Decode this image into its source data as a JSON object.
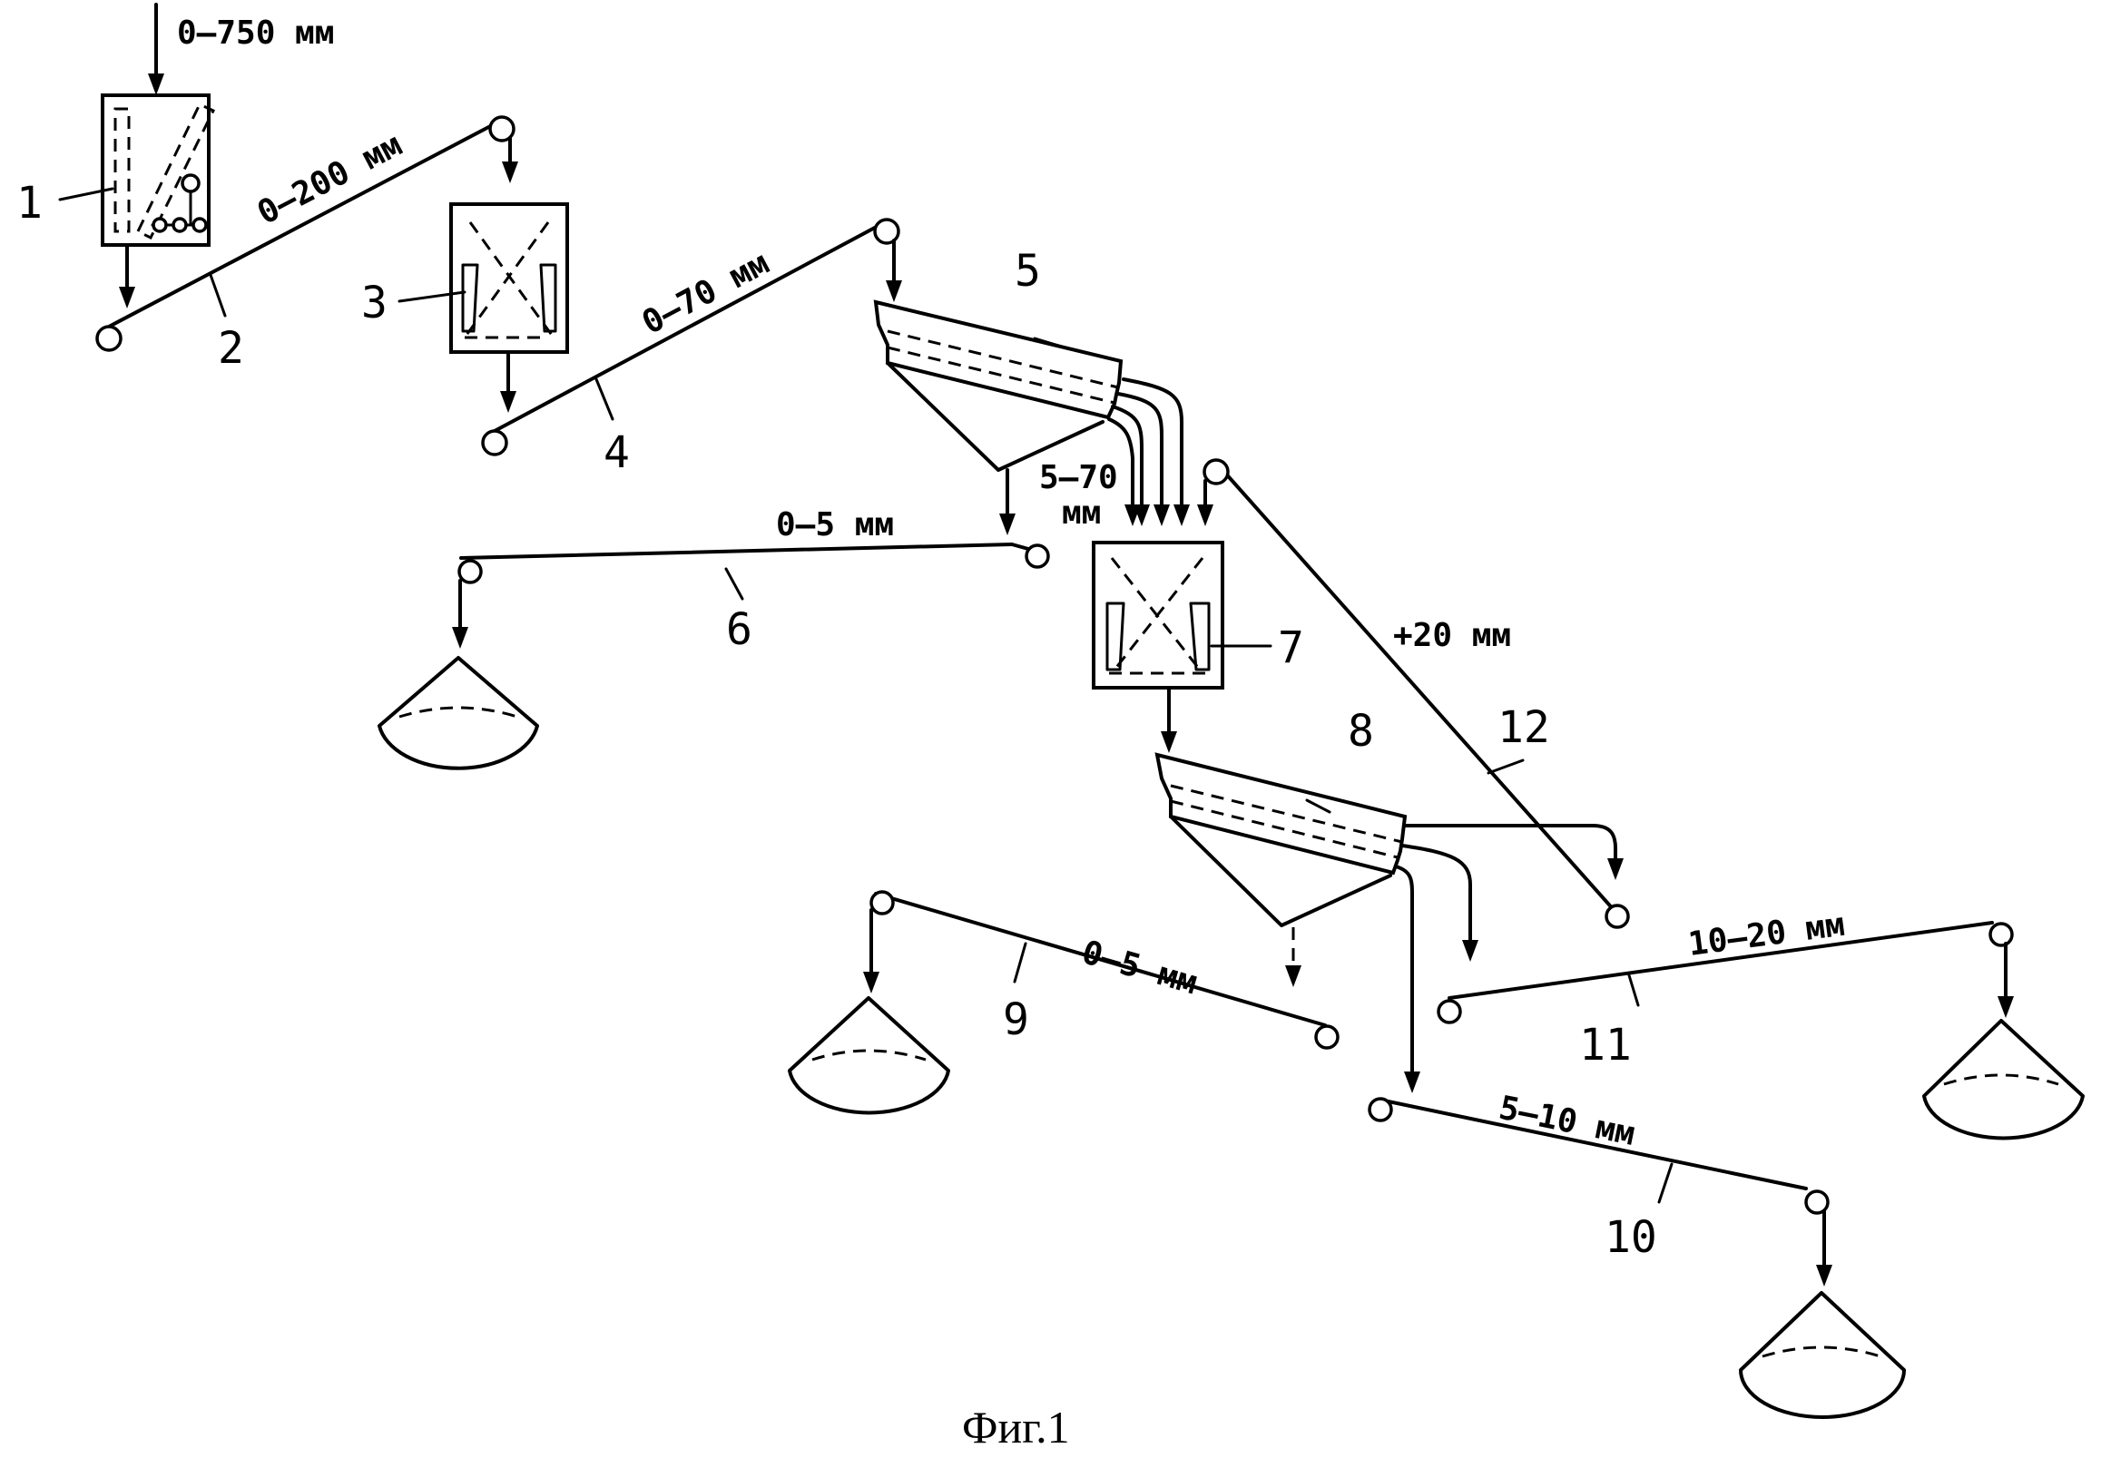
{
  "figure": {
    "caption": "Фиг.1",
    "line_color": "#000000",
    "background": "#ffffff",
    "item_numbers": [
      "1",
      "2",
      "3",
      "4",
      "5",
      "6",
      "7",
      "8",
      "9",
      "10",
      "11",
      "12"
    ],
    "size_labels": {
      "feed": "0–750 мм",
      "conveyor_2": "0–200 мм",
      "conveyor_4": "0–70 мм",
      "screen_5_oversize_line1": "5–70",
      "screen_5_oversize_line2": "мм",
      "conveyor_6": "0–5 мм",
      "conveyor_12": "+20 мм",
      "conveyor_9": "0–5 мм",
      "conveyor_11": "10–20 мм",
      "conveyor_10": "5–10 мм"
    }
  }
}
